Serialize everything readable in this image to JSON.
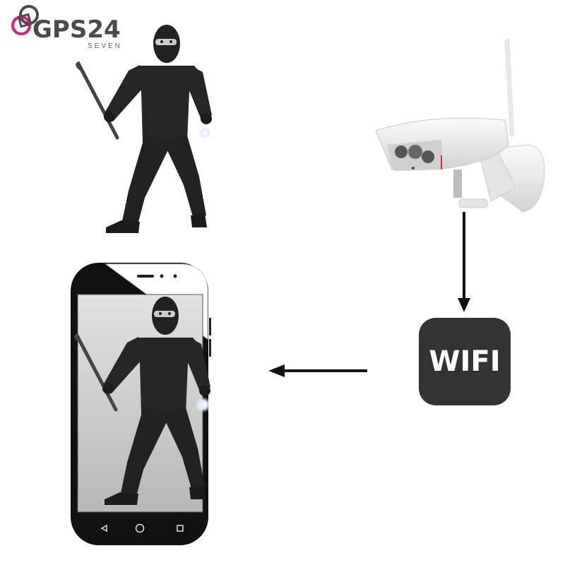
{
  "logo": {
    "brand": "GPS24",
    "sub": "SEVEN",
    "accent": "#e6167a",
    "ring": "#4a4a4a"
  },
  "wifi": {
    "label": "WIFI",
    "color": "#333333"
  },
  "phone": {
    "nav_icons": [
      "back-triangle-icon",
      "home-circle-icon",
      "recents-square-icon"
    ]
  },
  "flow": [
    "security-camera",
    "wifi",
    "smartphone"
  ]
}
